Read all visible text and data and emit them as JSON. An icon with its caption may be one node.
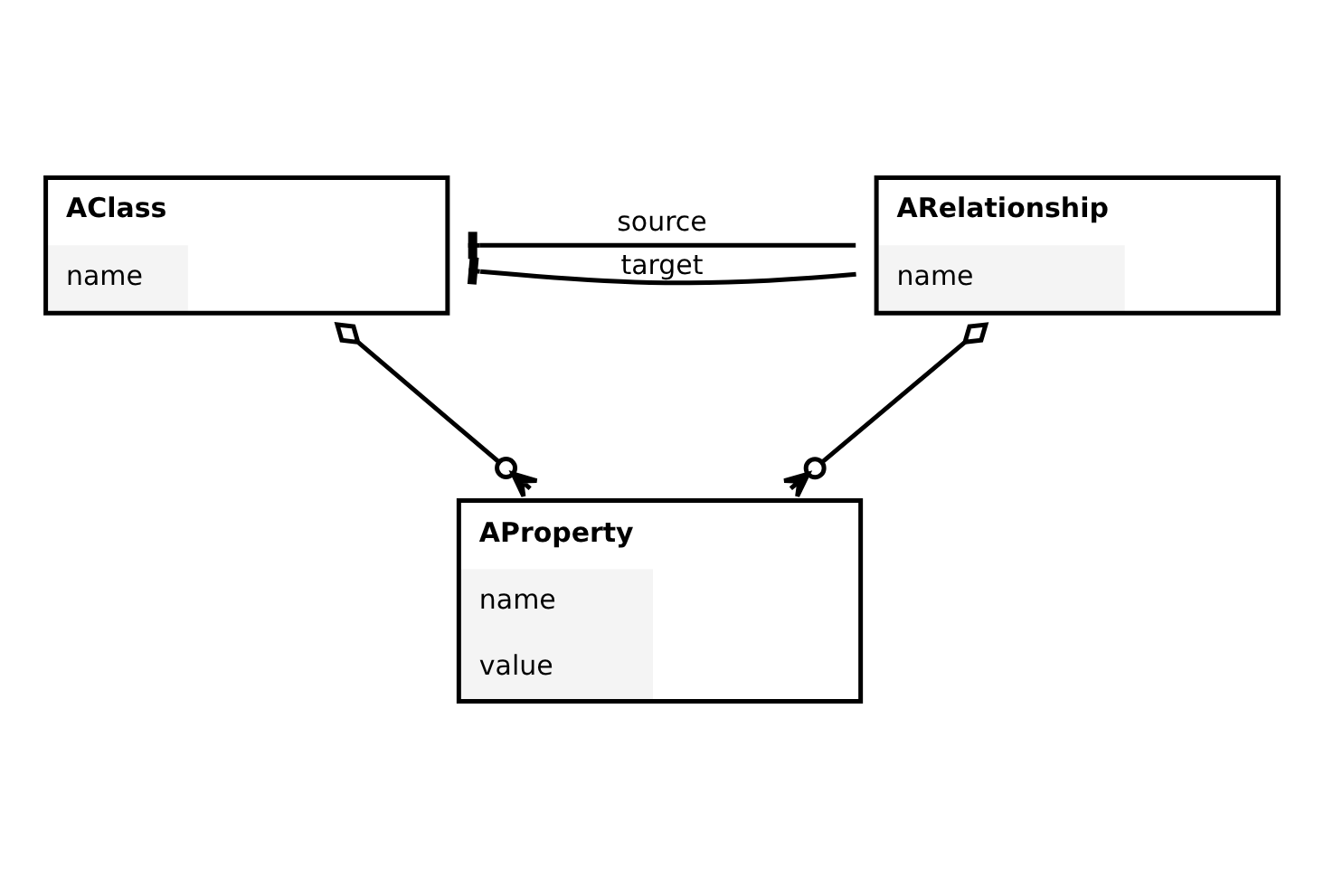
{
  "diagram": {
    "nodes": [
      {
        "text": [
          "AClass",
          "name"
        ]
      },
      {
        "text": [
          "ARelationship",
          "name"
        ]
      },
      {
        "text": [
          "AProperty",
          "name",
          "value"
        ]
      }
    ],
    "edges": [
      {
        "from": 0,
        "to": 1,
        "arrow": "other",
        "label": "source"
      },
      {
        "from": 0,
        "to": 1,
        "arrow": "other",
        "label": "target"
      },
      {
        "from": 0,
        "to": 2,
        "arrow": "other"
      },
      {
        "from": 1,
        "to": 2,
        "arrow": "other"
      }
    ]
  }
}
